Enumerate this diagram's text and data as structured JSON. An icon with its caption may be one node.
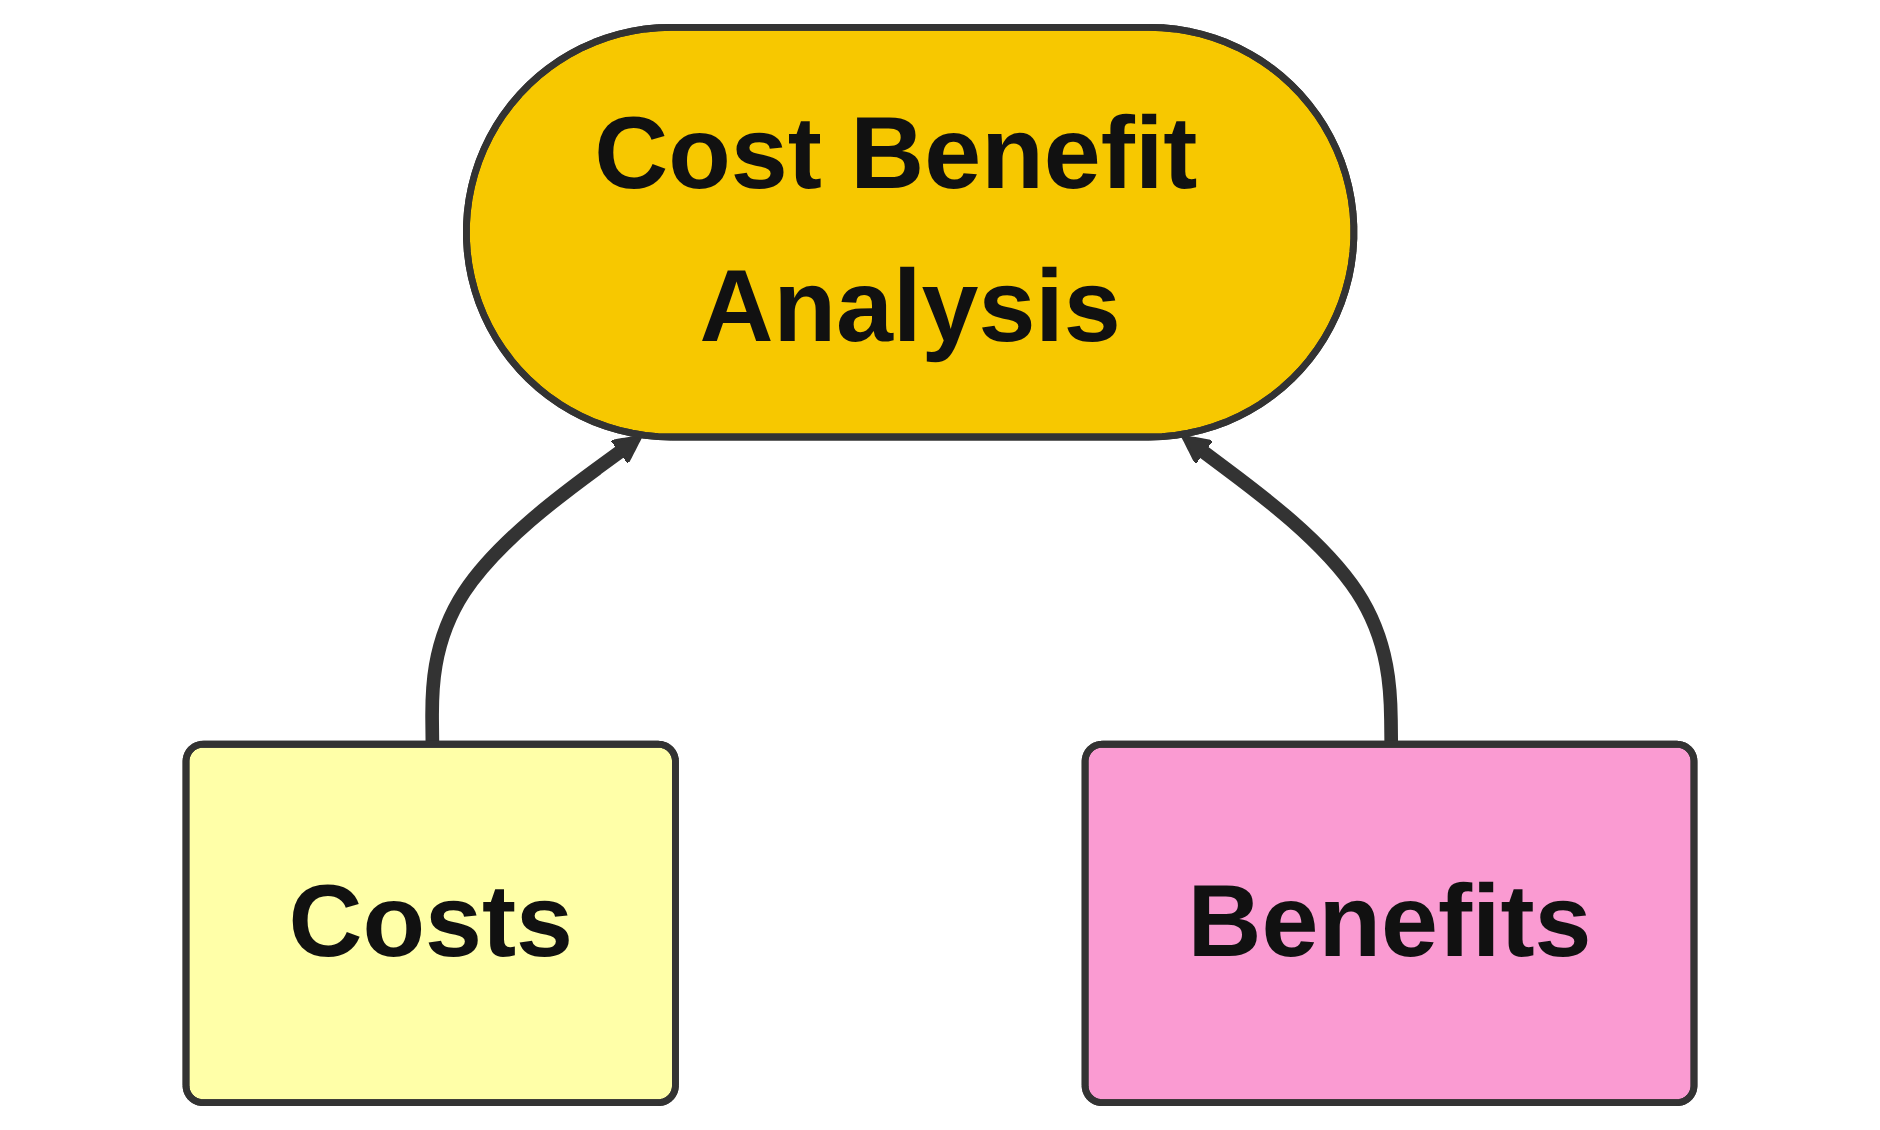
{
  "diagram": {
    "nodes": [
      {
        "text": [
          "Cost Benefit Analysis"
        ]
      },
      {
        "text": [
          "Costs"
        ]
      },
      {
        "text": [
          "Benefits"
        ]
      }
    ],
    "edges": [
      {
        "from": 1,
        "to": 0,
        "arrow": "to"
      },
      {
        "from": 2,
        "to": 0,
        "arrow": "to"
      }
    ]
  }
}
